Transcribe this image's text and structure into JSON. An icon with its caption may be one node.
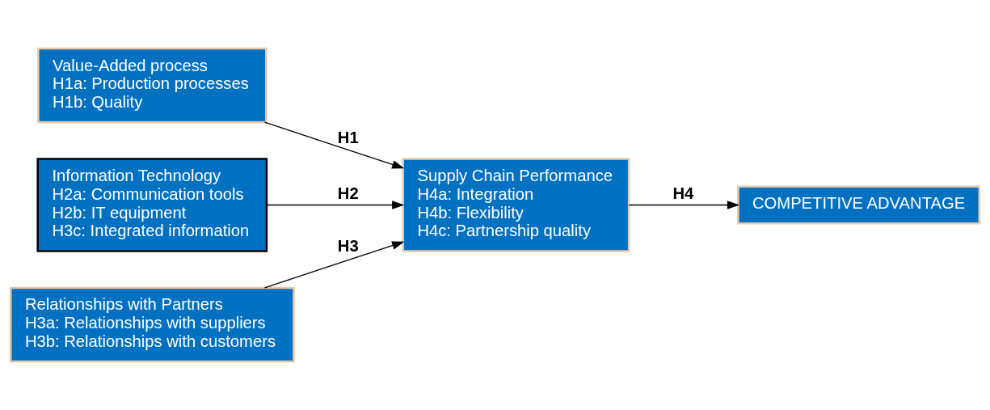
{
  "diagram": {
    "nodes": [
      {
        "text": [
          "Value-Added process",
          "H1a: Production processes",
          "H1b: Quality"
        ]
      },
      {
        "text": [
          "Information Technology",
          "H2a: Communication tools",
          "H2b: IT equipment",
          "H3c: Integrated information"
        ]
      },
      {
        "text": [
          "Relationships with Partners",
          "H3a: Relationships with suppliers",
          "H3b: Relationships with customers"
        ]
      },
      {
        "text": [
          "Supply Chain Performance",
          "H4a: Integration",
          "H4b: Flexibility",
          "H4c: Partnership quality"
        ]
      },
      {
        "text": [
          "COMPETITIVE ADVANTAGE"
        ]
      }
    ],
    "edges": [
      {
        "from": 0,
        "to": 3,
        "arrow": "to",
        "label": "H1"
      },
      {
        "from": 1,
        "to": 3,
        "arrow": "to",
        "label": "H2"
      },
      {
        "from": 2,
        "to": 3,
        "arrow": "to",
        "label": "H3"
      },
      {
        "from": 3,
        "to": 4,
        "arrow": "to",
        "label": "H4"
      }
    ]
  }
}
